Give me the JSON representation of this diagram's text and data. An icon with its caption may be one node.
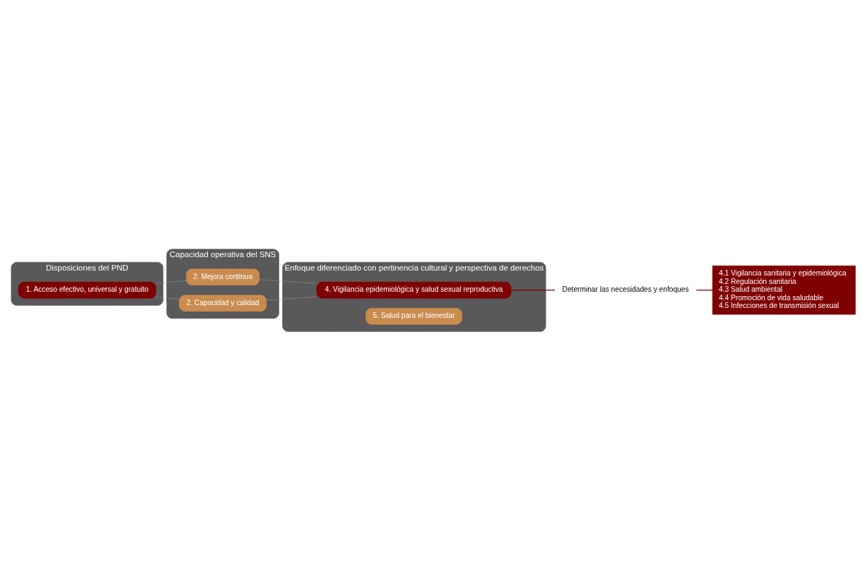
{
  "diagram": {
    "nodes": [
      {
        "text": [
          "Disposiciones del PND"
        ]
      },
      {
        "text": [
          "1. Acceso efectivo, universal y gratuito"
        ],
        "in": 0
      },
      {
        "text": [
          "Capacidad operativa del SNS"
        ]
      },
      {
        "text": [
          "2. Mejora continua"
        ],
        "in": 2
      },
      {
        "text": [
          "2. Capacidad y calidad"
        ],
        "in": 2
      },
      {
        "text": [
          "Enfoque diferenciado con pertinencia cultural y perspectiva de derechos"
        ]
      },
      {
        "text": [
          "4. Vigilancia epidemiológica y salud sexual reproductiva"
        ],
        "in": 5
      },
      {
        "text": [
          "5. Salud para el bienestar"
        ],
        "in": 5
      },
      {
        "text": [
          "Determinar las necesidades y enfoques"
        ]
      },
      {
        "text": [
          "4.1 Vigilancia sanitaria y epidemiológica",
          "4.2 Regulación sanitaria",
          "4.3 Salud ambiental",
          "4.4 Promoción de vida saludable",
          "4.5 Infecciones de transmisión sexual"
        ]
      }
    ],
    "edges": [
      {
        "from": 1,
        "to": 3,
        "arrow": "none",
        "style": "dashed"
      },
      {
        "from": 1,
        "to": 4,
        "arrow": "none",
        "style": "dashed"
      },
      {
        "from": 3,
        "to": 6,
        "arrow": "none",
        "style": "dashed"
      },
      {
        "from": 4,
        "to": 6,
        "arrow": "none",
        "style": "dashed"
      },
      {
        "from": 6,
        "to": 8,
        "arrow": "none",
        "color": "#7f0000"
      },
      {
        "from": 8,
        "to": 9,
        "arrow": "none",
        "color": "#7f0000"
      }
    ]
  }
}
